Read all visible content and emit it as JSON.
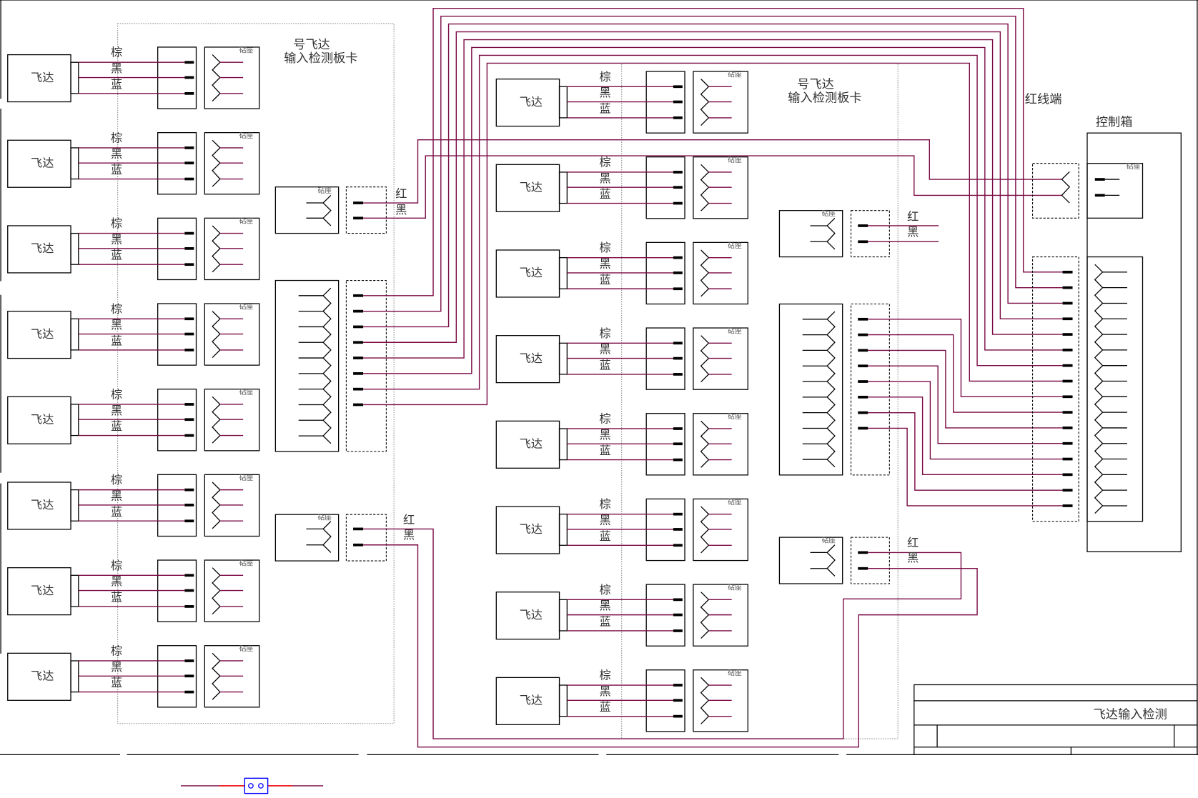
{
  "drawing": {
    "title_block_title": "飞达输入检测",
    "board_title_line1": "号飞达",
    "board_title_line2": "输入检测板卡",
    "control_box_label": "控制箱",
    "red_terminal_label": "红线端"
  },
  "feeder": {
    "label": "飞达",
    "wire_labels": [
      "棕",
      "黑",
      "蓝"
    ],
    "socket_label": "砧座"
  },
  "power_labels": {
    "red": "红",
    "black": "黑"
  },
  "colors": {
    "wire": "#7a0a44",
    "outline": "#000000",
    "component_blue": "#0000ff",
    "component_red": "#ff0000"
  },
  "left_board": {
    "feeder_count": 8,
    "connector_pins": 8,
    "socket_pins": 10
  },
  "right_board": {
    "feeder_count": 8,
    "connector_pins": 8,
    "socket_pins": 10
  },
  "control_box": {
    "signal_pins": 16,
    "power_pins": 2
  }
}
